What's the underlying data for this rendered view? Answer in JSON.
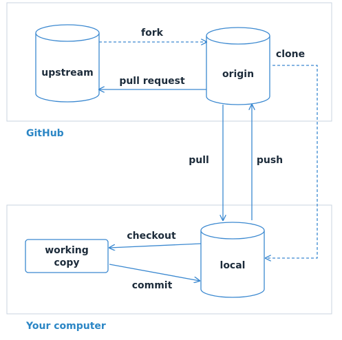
{
  "regions": {
    "github": "GitHub",
    "computer": "Your computer"
  },
  "nodes": {
    "upstream": "upstream",
    "origin": "origin",
    "local": "local",
    "working_copy_line1": "working",
    "working_copy_line2": "copy"
  },
  "edges": {
    "fork": "fork",
    "pull_request": "pull request",
    "clone": "clone",
    "pull": "pull",
    "push": "push",
    "checkout": "checkout",
    "commit": "commit"
  },
  "colors": {
    "accent": "#3a88d0",
    "region_label": "#2b86c5",
    "text": "#1c2b3a",
    "region_border": "#c9d3df"
  }
}
